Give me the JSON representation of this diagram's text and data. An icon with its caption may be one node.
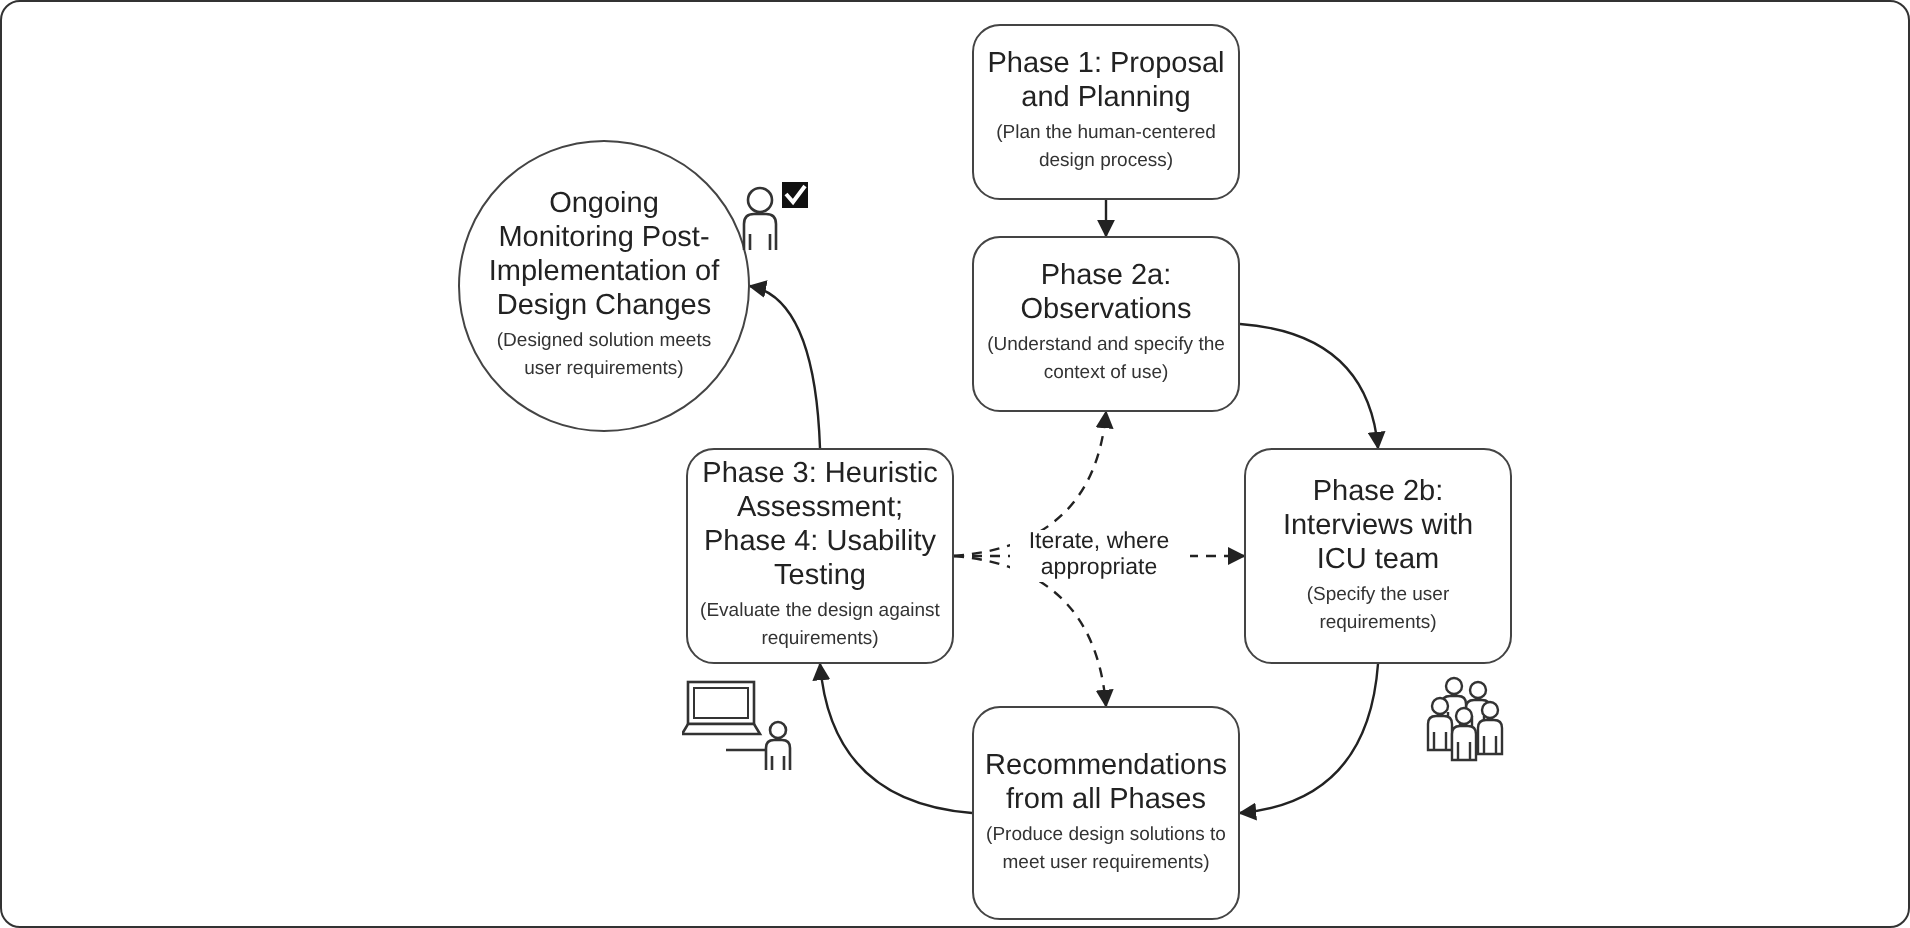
{
  "diagram": {
    "nodes": [
      {
        "text": [
          "Ongoing Monitoring Post-Implementation of Design Changes",
          "(Designed solution meets user requirements)"
        ]
      },
      {
        "text": [
          "Phase 1: Proposal and Planning",
          "(Plan the human-centered design process)"
        ]
      },
      {
        "text": [
          "Phase 2a: Observations",
          "(Understand and specify the context of use)"
        ]
      },
      {
        "text": [
          "Phase 3: Heuristic Assessment; Phase 4: Usability Testing",
          "(Evaluate the design against requirements)"
        ]
      },
      {
        "text": [
          "Phase 2b: Interviews with ICU team",
          "(Specify the user requirements)"
        ]
      },
      {
        "text": [
          "Recommendations from all Phases",
          "(Produce design solutions to meet user requirements)"
        ]
      }
    ],
    "edges": [
      {
        "from": 1,
        "to": 2,
        "arrow": "to"
      },
      {
        "from": 2,
        "to": 4,
        "arrow": "to"
      },
      {
        "from": 4,
        "to": 5,
        "arrow": "to"
      },
      {
        "from": 5,
        "to": 3,
        "arrow": "to"
      },
      {
        "from": 3,
        "to": 0,
        "arrow": "to"
      },
      {
        "from": 3,
        "to": 2,
        "arrow": "to",
        "style": "dashed"
      },
      {
        "from": 3,
        "to": 4,
        "arrow": "to",
        "style": "dashed",
        "label": "Iterate, where appropriate"
      },
      {
        "from": 3,
        "to": 5,
        "arrow": "to",
        "style": "dashed"
      }
    ]
  }
}
